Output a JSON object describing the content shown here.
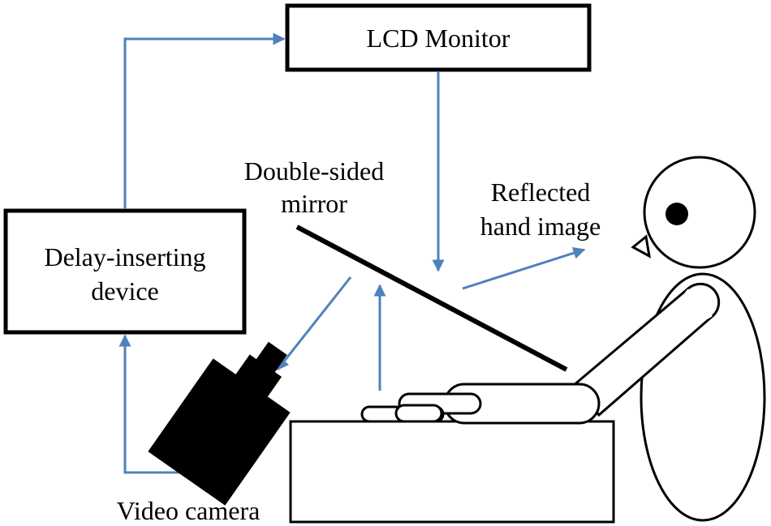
{
  "boxes": {
    "lcd_monitor": "LCD Monitor",
    "delay_device_line1": "Delay-inserting",
    "delay_device_line2": "device"
  },
  "labels": {
    "mirror_line1": "Double-sided",
    "mirror_line2": "mirror",
    "reflected_line1": "Reflected",
    "reflected_line2": "hand image",
    "video_camera": "Video camera"
  },
  "colors": {
    "arrow": "#4f81bd",
    "outline": "#000000",
    "fill": "#ffffff"
  }
}
